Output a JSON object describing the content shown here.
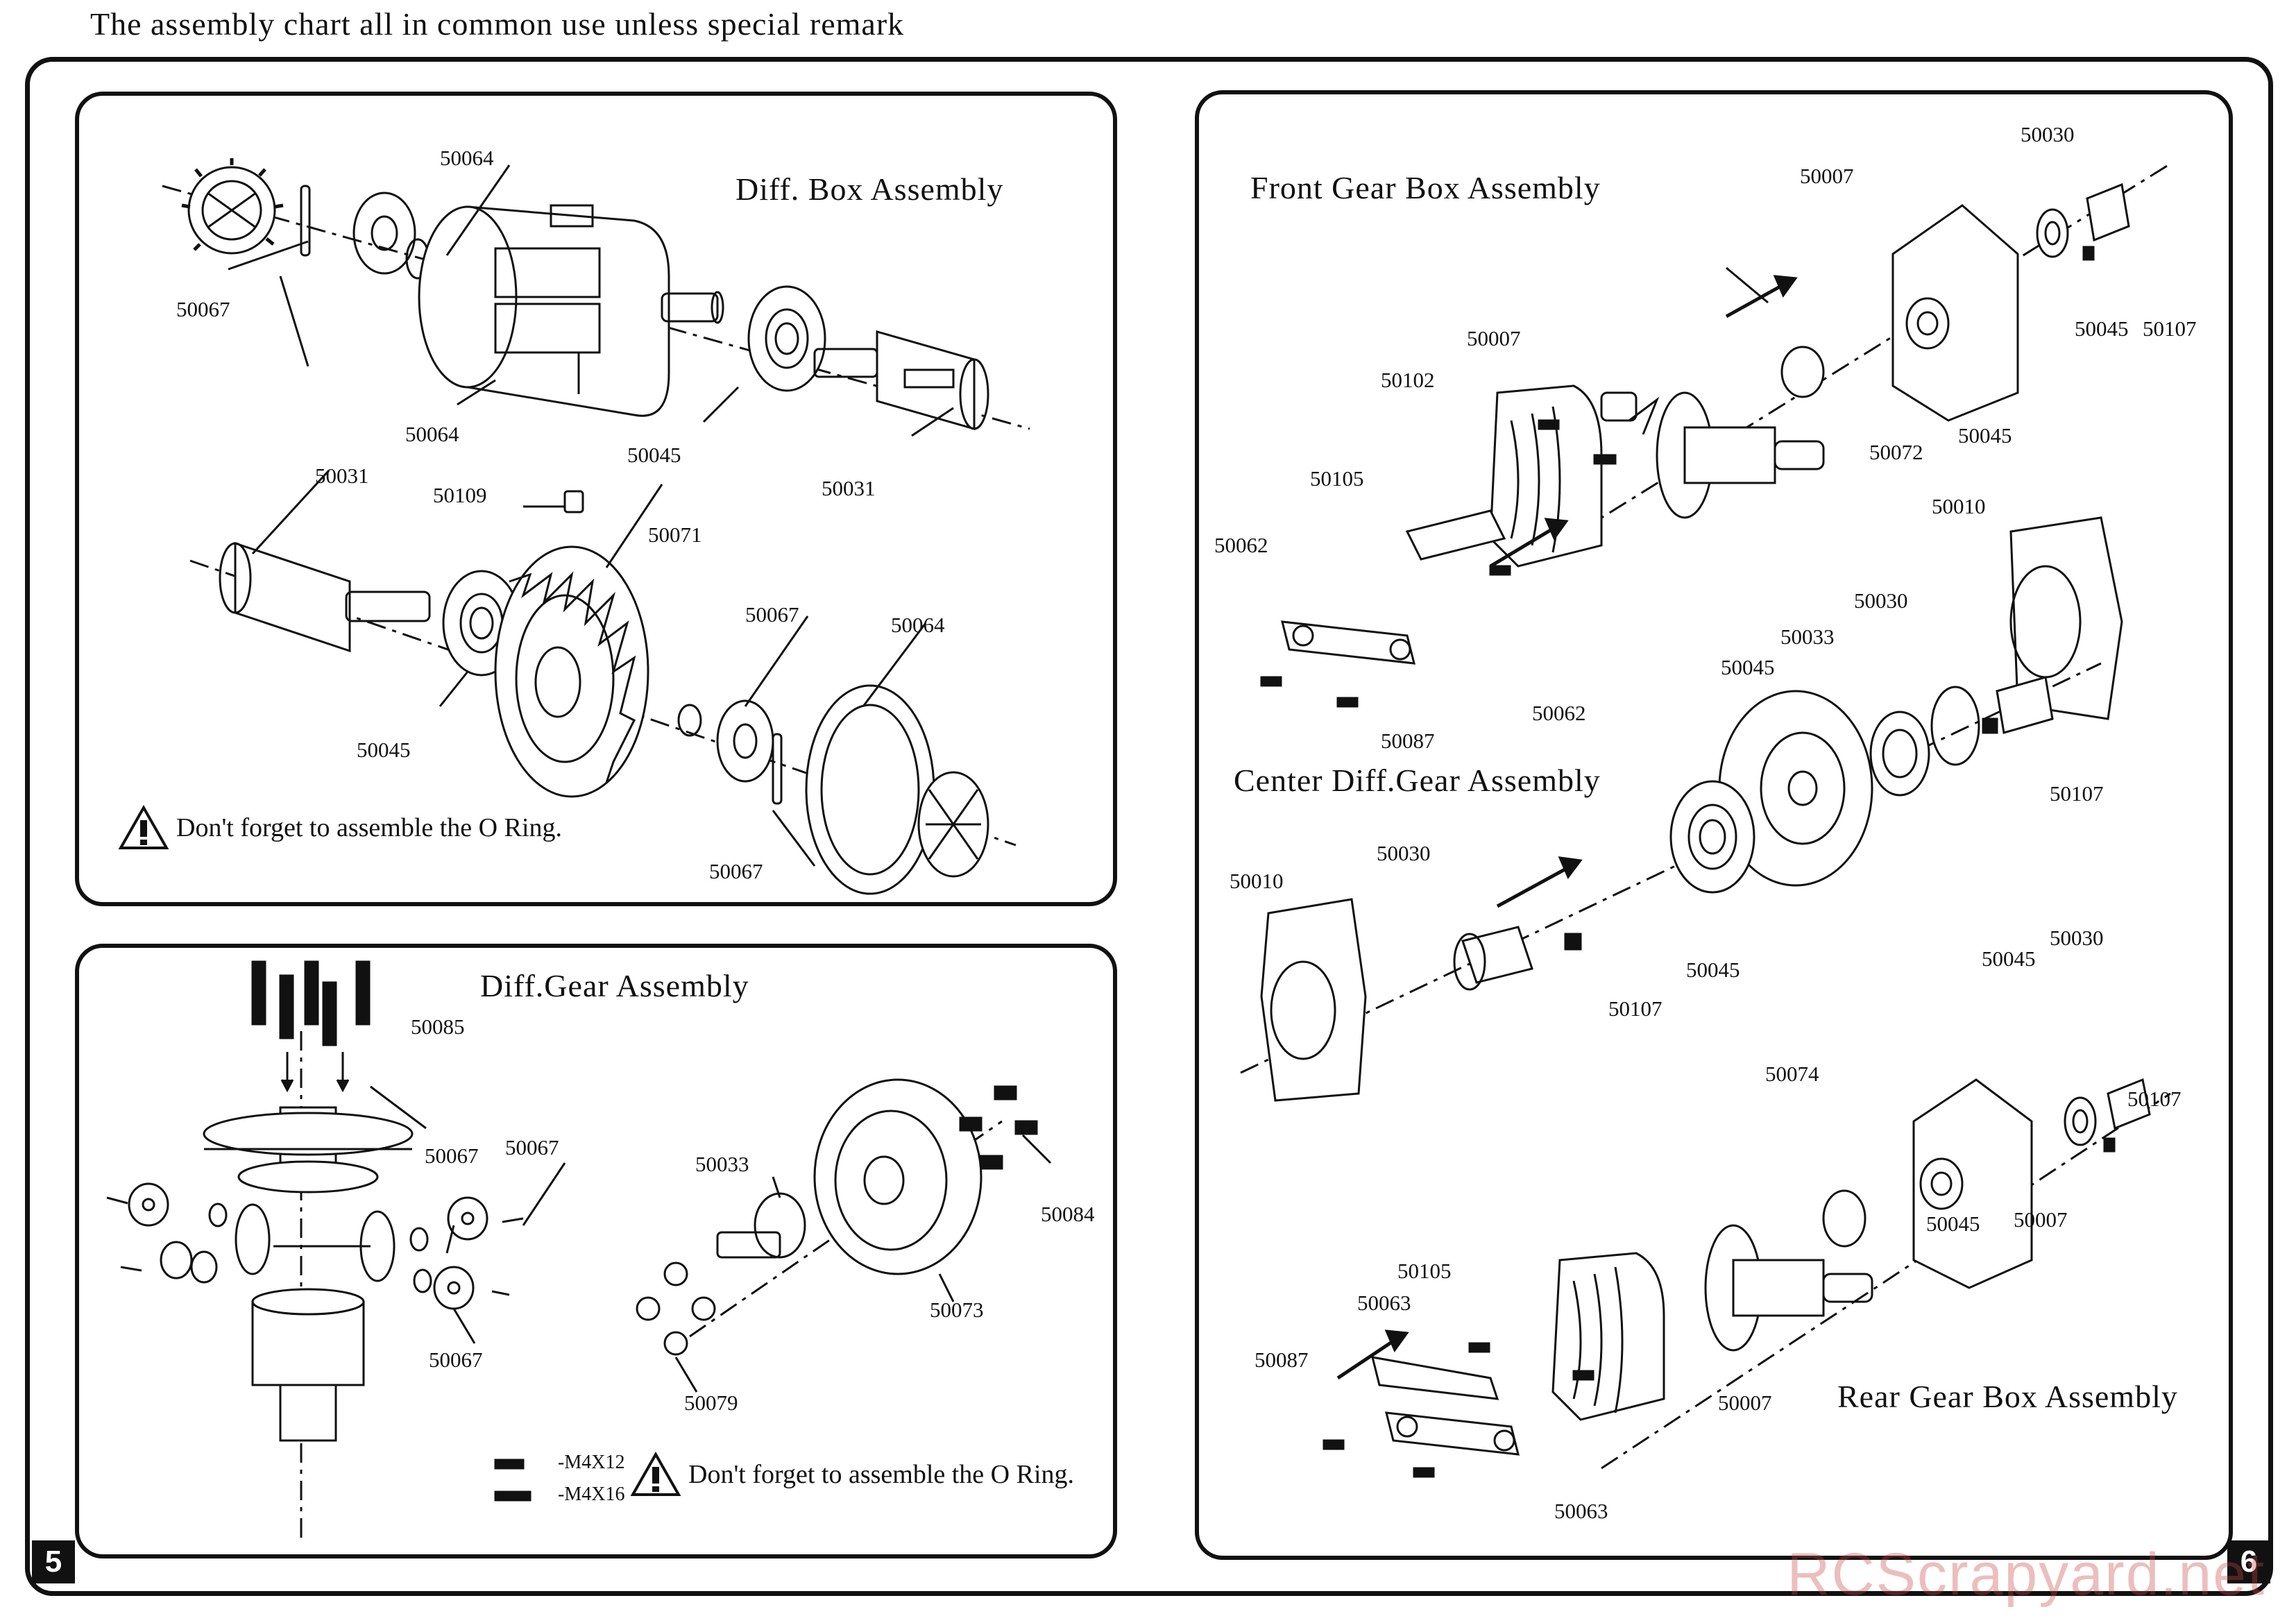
{
  "header": {
    "text": "The assembly chart all in common use unless special remark"
  },
  "panels": {
    "diff_box": {
      "title": "Diff. Box Assembly",
      "note": "Don't forget to assemble the O Ring.",
      "labels": [
        "50064",
        "50067",
        "50064",
        "50045",
        "50031",
        "50109",
        "50031",
        "50071",
        "50067",
        "50064",
        "50045",
        "50067"
      ]
    },
    "diff_gear": {
      "title": "Diff.Gear Assembly",
      "note": "Don't forget to assemble the O Ring.",
      "screw_legend": [
        "-M4X12",
        "-M4X16"
      ],
      "labels": [
        "50085",
        "50067",
        "50067",
        "50067",
        "50033",
        "50084",
        "50073",
        "50079"
      ]
    },
    "gear_boxes": {
      "front_title": "Front Gear Box Assembly",
      "center_title": "Center Diff.Gear  Assembly",
      "rear_title": "Rear Gear Box Assembly",
      "labels": [
        "50030",
        "50007",
        "50045",
        "50107",
        "50007",
        "50102",
        "50072",
        "50045",
        "50105",
        "50062",
        "50062",
        "50087",
        "50010",
        "50030",
        "50033",
        "50045",
        "50107",
        "50010",
        "50030",
        "50045",
        "50107",
        "50030",
        "50045",
        "50074",
        "50107",
        "50045",
        "50007",
        "50105",
        "50063",
        "50087",
        "50007",
        "50063"
      ]
    }
  },
  "page_numbers": {
    "left": "5",
    "right": "6"
  },
  "watermark": "RCScrapyard.net",
  "colors": {
    "line": "#111111",
    "watermark": "#c84646"
  }
}
